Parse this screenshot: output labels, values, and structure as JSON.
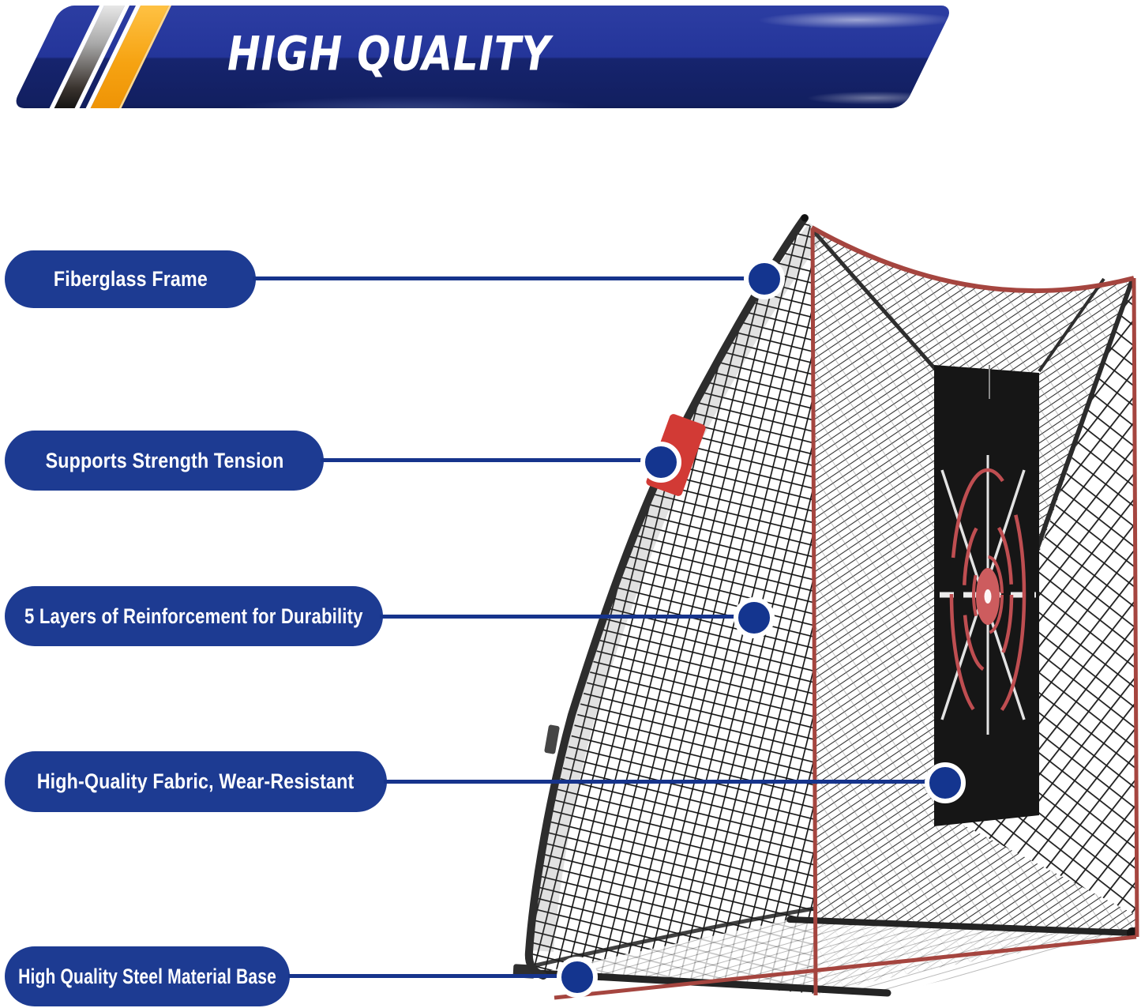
{
  "header": {
    "title": "HIGH QUALITY"
  },
  "callouts": [
    {
      "label": "Fiberglass Frame"
    },
    {
      "label": "Supports Strength Tension"
    },
    {
      "label": "5 Layers of Reinforcement for Durability"
    },
    {
      "label": "High-Quality Fabric, Wear-Resistant"
    },
    {
      "label": "High Quality Steel Material Base"
    }
  ],
  "illustration": {
    "parts": [
      "fiberglass-frame-pole",
      "tension-strap",
      "net-mesh",
      "target-panel",
      "bullseye-target",
      "steel-base-bar",
      "red-trim"
    ]
  },
  "colors": {
    "banner_blue_top": "#2c3da2",
    "banner_blue_mid": "#24359a",
    "banner_blue_bottom": "#16246e",
    "stripe_orange": "#f6a00f",
    "pill_navy": "#1d3b92",
    "line_navy": "#16348c",
    "dot_navy": "#14358f",
    "trim_red": "#a5453f",
    "strap_red": "#d23a35",
    "target_red": "#bf4e51",
    "panel_black": "#161616",
    "pole_dark": "#2d2d2d"
  }
}
